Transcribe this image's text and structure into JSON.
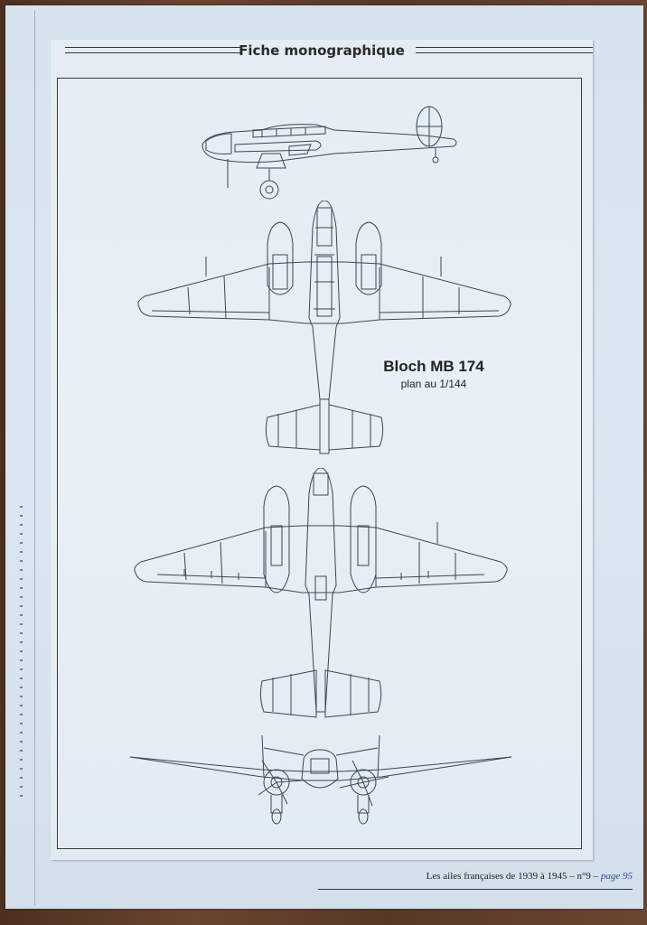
{
  "header": {
    "title": "Fiche monographique"
  },
  "caption": {
    "title": "Bloch MB 174",
    "scale": "plan au 1/144"
  },
  "drawings": {
    "side_view_icon": "aircraft-side-profile",
    "top_view_icon": "aircraft-top-plan",
    "bottom_view_icon": "aircraft-bottom-plan",
    "front_view_icon": "aircraft-front-view"
  },
  "footer": {
    "publication": "Les ailes françaises de 1939 à 1945 – n°9 – ",
    "page": "page 95"
  },
  "colors": {
    "paper": "#e4edf4",
    "ink": "#3c4650",
    "page_number": "#2b4a8a"
  }
}
